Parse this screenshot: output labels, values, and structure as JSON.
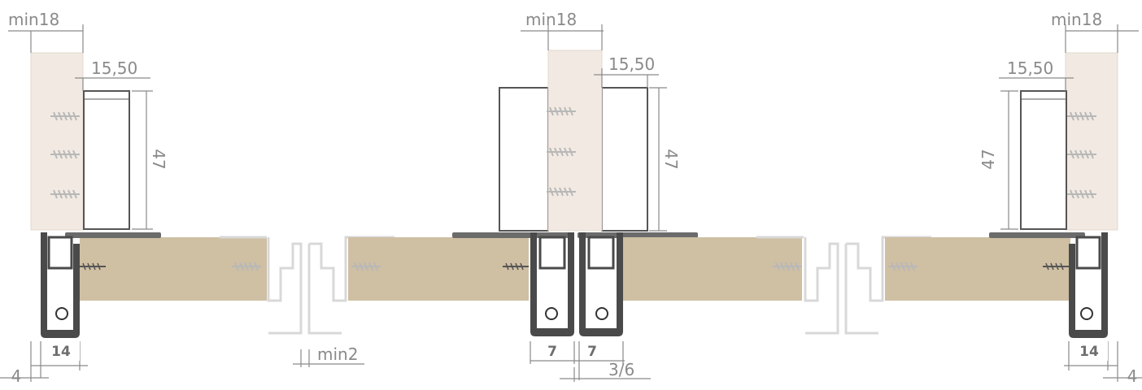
{
  "colors": {
    "wood_jamb": "#f1e9e2",
    "wood_panel": "#cfbfa3",
    "profile_dark": "#4a4a4a",
    "profile_light": "#d8d8d8",
    "dimension_line": "#8a8a8a",
    "screw": "#b8b8b8"
  },
  "dimensions": {
    "min18": "min18",
    "d15_50": "15,50",
    "d47": "47",
    "d14": "14",
    "d4": "4",
    "d7": "7",
    "min2": "min2",
    "d3_6": "3/6"
  }
}
